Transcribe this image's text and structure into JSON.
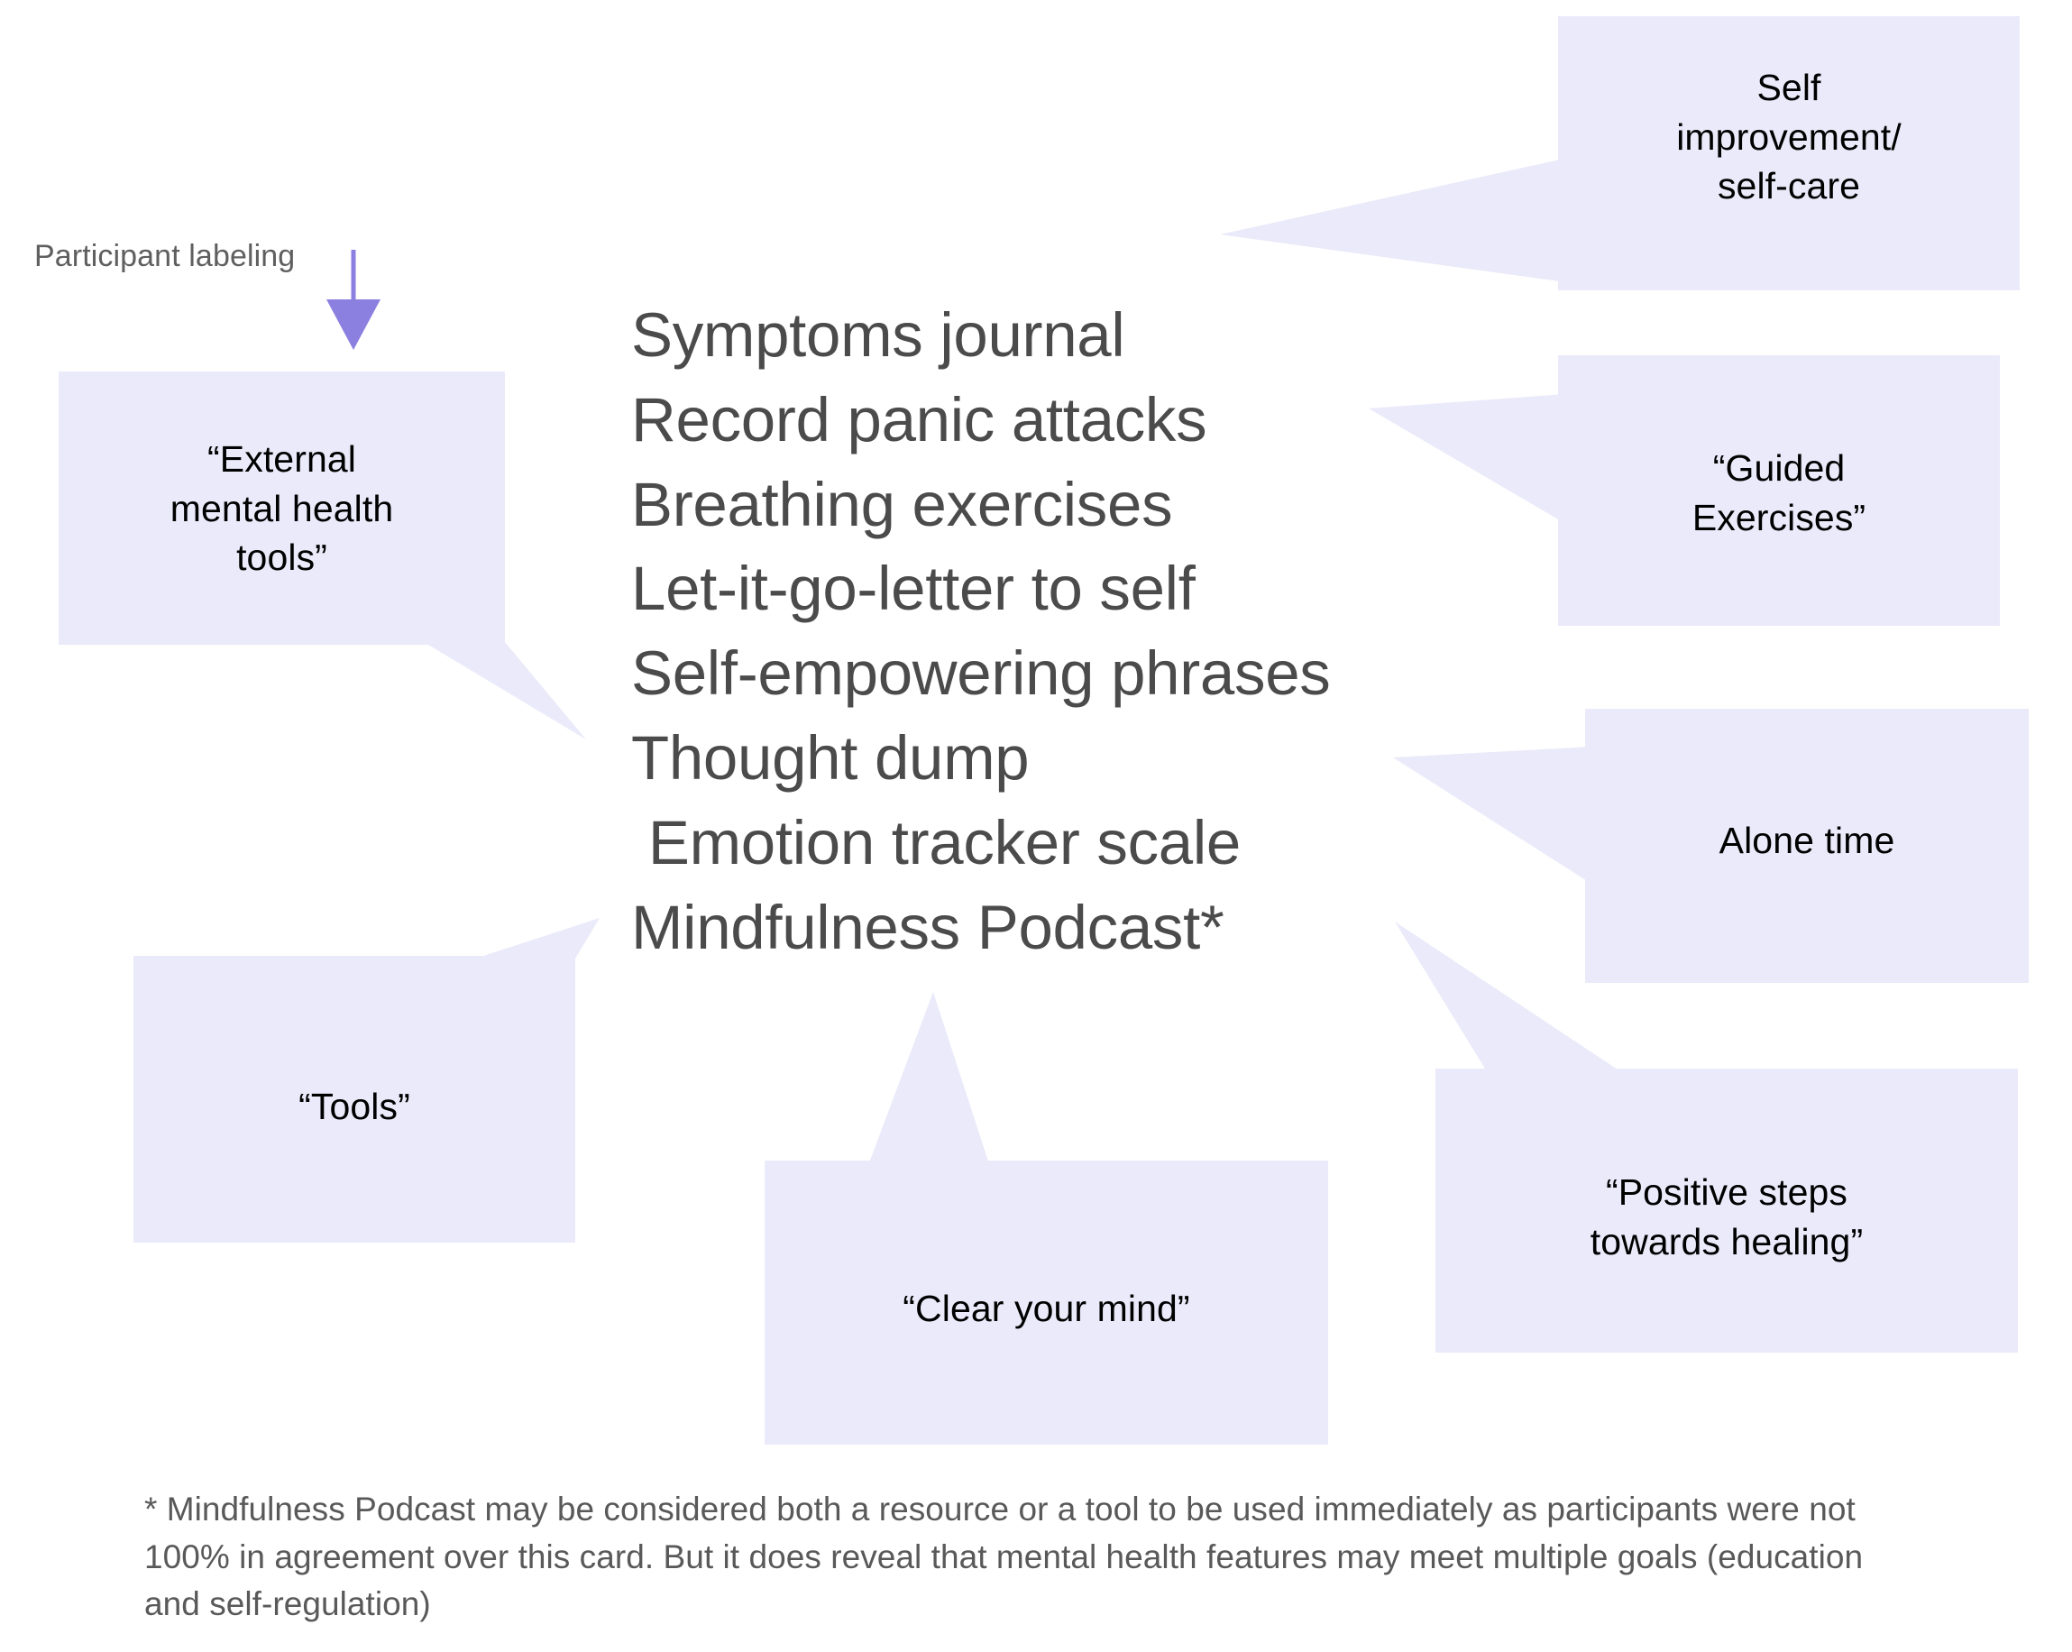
{
  "page": {
    "background_color": "#ffffff",
    "callout_fill": "#eaeafa",
    "callout_text_color": "#000000",
    "list_text_color": "#4b4b4b",
    "annotation_color": "#5f5f5f",
    "arrow_color": "#8b7fe0",
    "footnote_color": "#595959"
  },
  "annotation": {
    "label": "Participant labeling"
  },
  "center_list": {
    "items": [
      "Symptoms journal",
      "Record panic attacks",
      "Breathing exercises",
      "Let-it-go-letter to self",
      "Self-empowering phrases",
      "Thought dump",
      " Emotion tracker scale",
      "Mindfulness Podcast*"
    ]
  },
  "callouts": [
    {
      "id": "self-improvement",
      "text": "Self\nimprovement/\nself-care",
      "tail": "left"
    },
    {
      "id": "guided-exercises",
      "text": "“Guided\nExercises”",
      "tail": "left"
    },
    {
      "id": "alone-time",
      "text": "Alone time",
      "tail": "left"
    },
    {
      "id": "positive-steps",
      "text": "“Positive steps\ntowards healing”",
      "tail": "upper-left"
    },
    {
      "id": "clear-your-mind",
      "text": "“Clear your mind”",
      "tail": "up"
    },
    {
      "id": "tools",
      "text": "“Tools”",
      "tail": "upper-right"
    },
    {
      "id": "external-mental-health-tools",
      "text": "“External\nmental health\ntools”",
      "tail": "lower-right"
    }
  ],
  "footnote": {
    "text": "* Mindfulness Podcast may be considered both a resource or a tool to be used immediately as participants were not 100% in agreement over this card. But it does reveal that mental health features may meet multiple goals (education and self-regulation)"
  }
}
